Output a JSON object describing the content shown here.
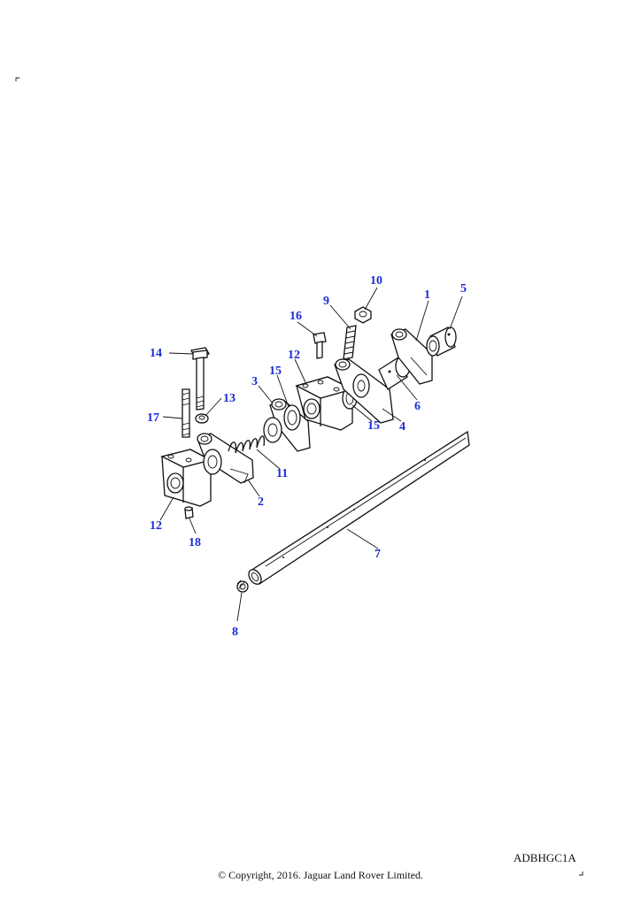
{
  "diagram": {
    "reference_code": "ADBHGC1A",
    "copyright": "© Copyright, 2016. Jaguar Land Rover Limited.",
    "callouts": [
      "1",
      "5",
      "10",
      "9",
      "16",
      "12",
      "14",
      "15",
      "3",
      "13",
      "17",
      "6",
      "4",
      "15",
      "11",
      "2",
      "12",
      "18",
      "7",
      "8"
    ]
  }
}
